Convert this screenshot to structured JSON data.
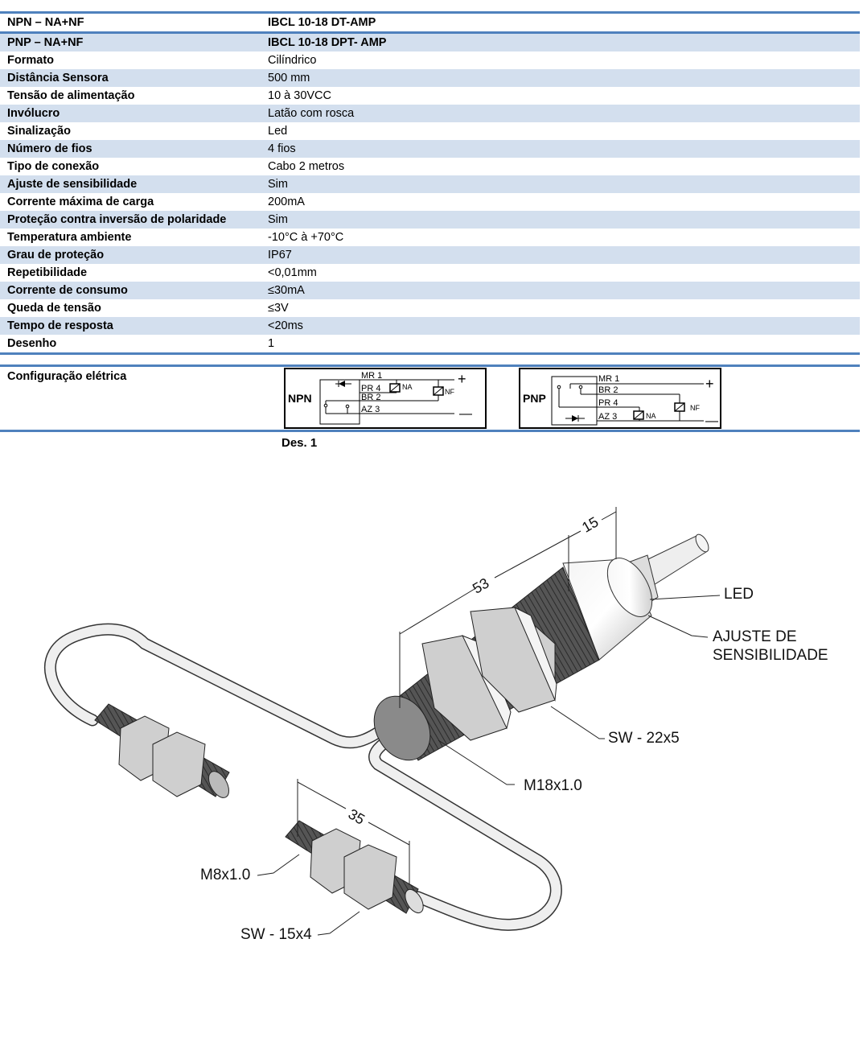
{
  "specs": [
    {
      "label": "NPN – NA+NF",
      "value": "IBCL 10-18 DT-AMP"
    },
    {
      "label": "PNP – NA+NF",
      "value": "IBCL 10-18 DPT- AMP"
    },
    {
      "label": "Formato",
      "value": "Cilíndrico"
    },
    {
      "label": "Distância Sensora",
      "value": "500 mm"
    },
    {
      "label": "Tensão de alimentação",
      "value": "10 à 30VCC"
    },
    {
      "label": "Invólucro",
      "value": "Latão com rosca"
    },
    {
      "label": "Sinalização",
      "value": "Led"
    },
    {
      "label": "Número de fios",
      "value": "4 fios"
    },
    {
      "label": "Tipo de conexão",
      "value": "Cabo 2 metros"
    },
    {
      "label": "Ajuste de sensibilidade",
      "value": "Sim"
    },
    {
      "label": "Corrente máxima de carga",
      "value": "200mA"
    },
    {
      "label": "Proteção contra inversão de polaridade",
      "value": "Sim"
    },
    {
      "label": "Temperatura ambiente",
      "value": "-10°C à +70°C"
    },
    {
      "label": "Grau de proteção",
      "value": "IP67"
    },
    {
      "label": "Repetibilidade",
      "value": "<0,01mm"
    },
    {
      "label": "Corrente de consumo",
      "value": "≤30mA"
    },
    {
      "label": "Queda de tensão",
      "value": "≤3V"
    },
    {
      "label": "Tempo de resposta",
      "value": "<20ms"
    },
    {
      "label": "Desenho",
      "value": "1"
    }
  ],
  "config": {
    "label": "Configuração elétrica",
    "npn": {
      "type": "NPN",
      "wires": [
        "MR 1",
        "PR 4",
        "BR 2",
        "AZ 3"
      ],
      "na": "NA",
      "nf": "NF",
      "plus": "+",
      "minus": "—"
    },
    "pnp": {
      "type": "PNP",
      "wires": [
        "MR 1",
        "BR 2",
        "PR 4",
        "AZ 3"
      ],
      "na": "NA",
      "nf": "NF",
      "plus": "+",
      "minus": "—"
    }
  },
  "drawing": {
    "title": "Des. 1",
    "dim_53": "53",
    "dim_15": "15",
    "dim_35": "35",
    "led": "LED",
    "ajuste_line1": "AJUSTE DE",
    "ajuste_line2": "SENSIBILIDADE",
    "sw_22": "SW - 22x5",
    "m18": "M18x1.0",
    "m8": "M8x1.0",
    "sw_15": "SW - 15x4"
  },
  "colors": {
    "rule": "#4f81bd",
    "shade": "#d3dfee"
  }
}
